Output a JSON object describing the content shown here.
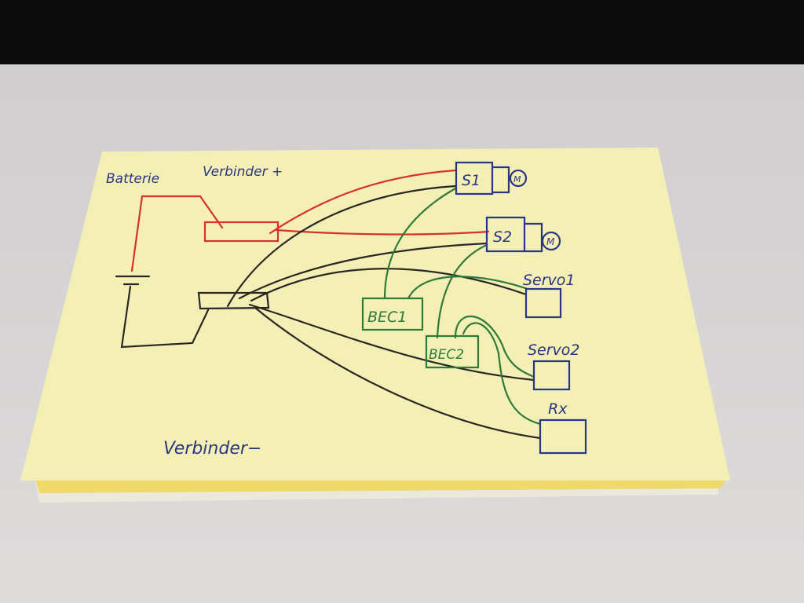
{
  "labels": {
    "battery": "Batterie",
    "connector_plus": "Verbinder +",
    "connector_minus": "Verbinder−",
    "s1": "S1",
    "s2": "S2",
    "motor1": "M",
    "motor2": "M",
    "bec1": "BEC1",
    "bec2": "BEC2",
    "servo1": "Servo1",
    "servo2": "Servo2",
    "rx": "Rx"
  },
  "colors": {
    "paper": "#f4efb4",
    "positive_wire": "#d8302a",
    "negative_wire": "#2a2626",
    "signal_wire": "#2f7a3a",
    "ink": "#2b3585"
  }
}
